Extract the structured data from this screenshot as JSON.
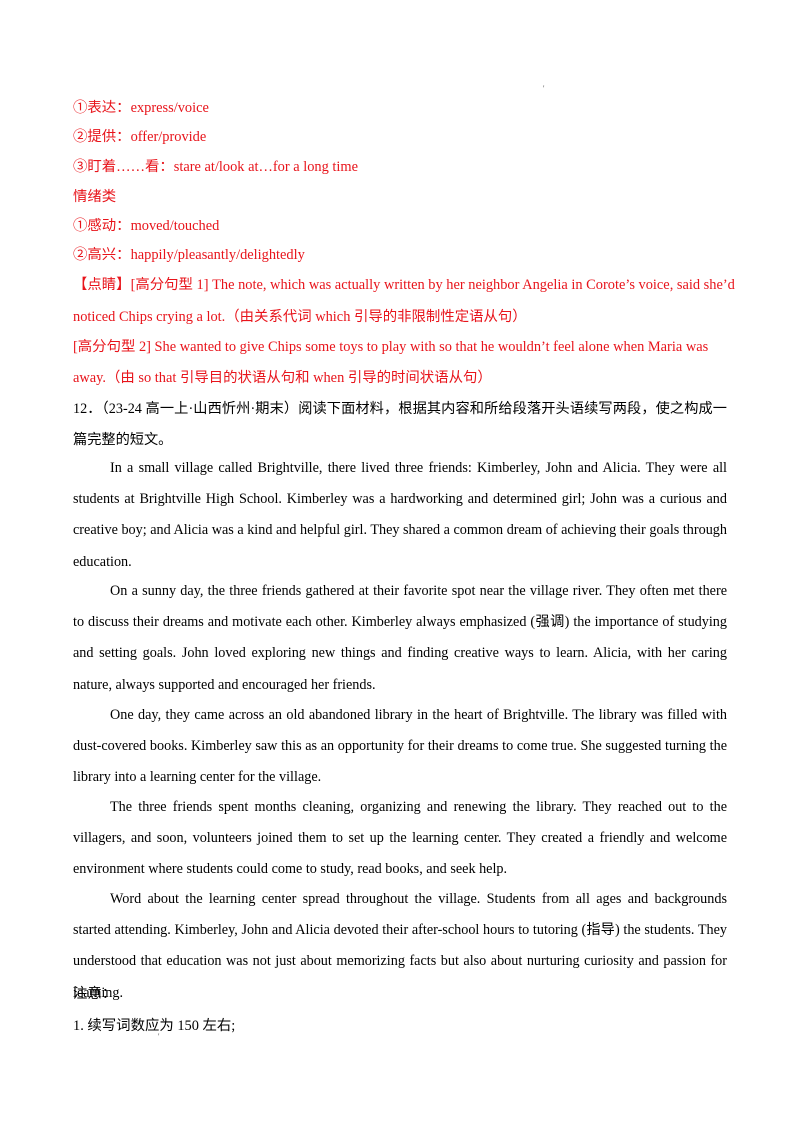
{
  "marks": {
    "top": "'",
    "bottom": "'"
  },
  "answers": [
    "①表达：express/voice",
    "②提供：offer/provide",
    "③盯着……看：stare at/look at…for a long time",
    "情绪类",
    "①感动：moved/touched",
    "②高兴：happily/pleasantly/delightedly"
  ],
  "dianjing": {
    "label": "【点睛】",
    "s1_a": "[高分句型 1] The note, which was actually written by her neighbor Angelia in Corote’s voice, said she’d",
    "s1_b": "noticed Chips crying a lot.（由关系代词 which 引导的非限制性定语从句）",
    "s2_a": "[高分句型 2] She wanted to give Chips some toys to play with so that he wouldn’t feel alone when Maria was",
    "s2_b": "away.（由 so that 引导目的状语从句和 when 引导的时间状语从句）"
  },
  "question": {
    "number": "12．",
    "text": "（23-24 高一上·山西忻州·期末）阅读下面材料，根据其内容和所给段落开头语续写两段，使之构成一篇完整的短文。"
  },
  "paragraphs": [
    "In a small village called Brightville, there lived three friends: Kimberley, John and Alicia. They were all students at Brightville High School. Kimberley was a hardworking and determined girl; John was a curious and creative boy; and Alicia was a kind and helpful girl. They shared a common dream of achieving their goals through education.",
    "On a sunny day, the three friends gathered at their favorite spot near the village river. They often met there to discuss their dreams and motivate each other. Kimberley always emphasized (强调) the importance of studying and setting goals. John loved exploring new things and finding creative ways to learn. Alicia, with her caring nature, always supported and encouraged her friends.",
    "One day, they came across an old abandoned library in the heart of Brightville. The library was filled with dust-covered books. Kimberley saw this as an opportunity for their dreams to come true. She suggested turning the library into a learning center for the village.",
    "The three friends spent months cleaning, organizing and renewing the library. They reached out to the villagers, and soon, volunteers joined them to set up the learning center. They created a friendly and welcome environment where students could come to study, read books, and seek help.",
    "Word about the learning center spread throughout the village. Students from all ages and backgrounds started attending. Kimberley, John and Alicia devoted their after-school hours to tutoring (指导) the students. They understood that education was not just about memorizing facts but also about nurturing curiosity and passion for learning."
  ],
  "notes": {
    "title": "注意：",
    "item1": "1. 续写词数应为 150 左右;"
  }
}
